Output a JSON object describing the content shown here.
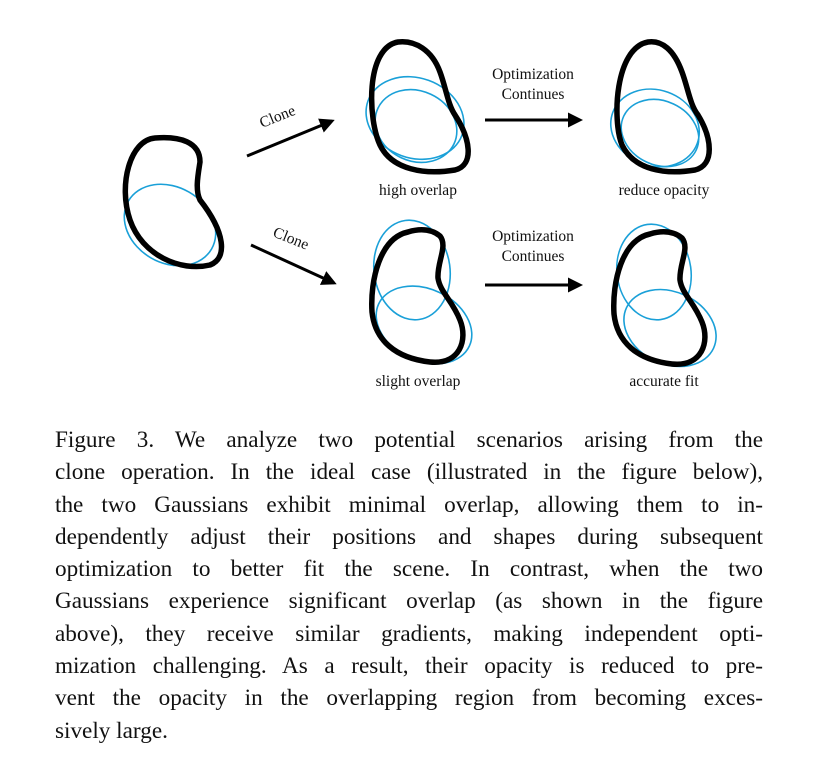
{
  "figure": {
    "arrow_top_label": "Clone",
    "arrow_bottom_label": "Clone",
    "optimization_top": [
      "Optimization",
      "Continues"
    ],
    "optimization_bottom": [
      "Optimization",
      "Continues"
    ],
    "state_labels": {
      "high_overlap": "high overlap",
      "reduce_opacity": "reduce opacity",
      "slight_overlap": "slight overlap",
      "accurate_fit": "accurate fit"
    },
    "colors": {
      "gaussian_core": "#0a78e6",
      "gaussian_edge": "#1aa0d8",
      "outline": "#000000"
    }
  },
  "caption": {
    "lines": [
      "Figure 3.  We analyze two potential scenarios arising from the",
      "clone operation. In the ideal case (illustrated in the figure below),",
      "the two Gaussians exhibit minimal overlap, allowing them to in-",
      "dependently adjust their positions and shapes during subsequent",
      "optimization to better fit the scene.  In contrast, when the two",
      "Gaussians experience significant overlap (as shown in the figure",
      "above), they receive similar gradients, making independent opti-",
      "mization challenging. As a result, their opacity is reduced to pre-",
      "vent the opacity in the overlapping region from becoming exces-",
      "sively large."
    ]
  }
}
